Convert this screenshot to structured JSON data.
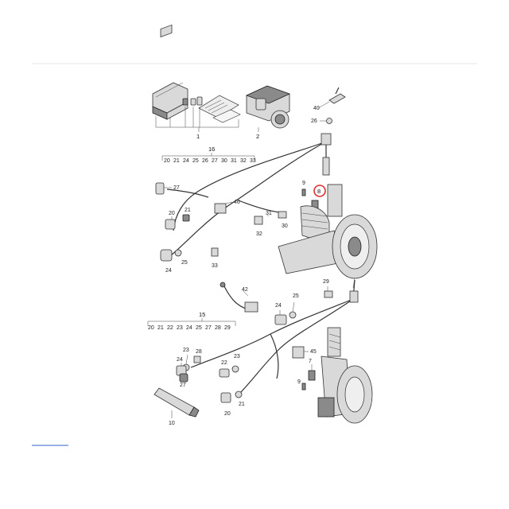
{
  "labels": {
    "l1": "1",
    "l2": "2",
    "l40": "40",
    "l26": "26",
    "l16": "16",
    "top_row": [
      "20",
      "21",
      "24",
      "25",
      "26",
      "27",
      "30",
      "31",
      "32",
      "33"
    ],
    "l27": "27",
    "l9": "9",
    "l8": "8",
    "l46": "46",
    "l31": "31",
    "l20a": "20",
    "l21a": "21",
    "l32": "32",
    "l30": "30",
    "l25a": "25",
    "l24a": "24",
    "l33": "33",
    "l42": "42",
    "l29": "29",
    "l24b": "24",
    "l25b": "25",
    "l15": "15",
    "bot_row": [
      "20",
      "21",
      "22",
      "23",
      "24",
      "25",
      "27",
      "28",
      "29"
    ],
    "l28": "28",
    "l23": "23",
    "l24c": "24",
    "l45": "45",
    "l7": "7",
    "l27b": "27",
    "l22": "22",
    "l23b": "23",
    "l9b": "9",
    "l20b": "20",
    "l21b": "21",
    "l10": "10"
  },
  "highlight_color": "#e03030",
  "accent_line_color": "#3366cc"
}
